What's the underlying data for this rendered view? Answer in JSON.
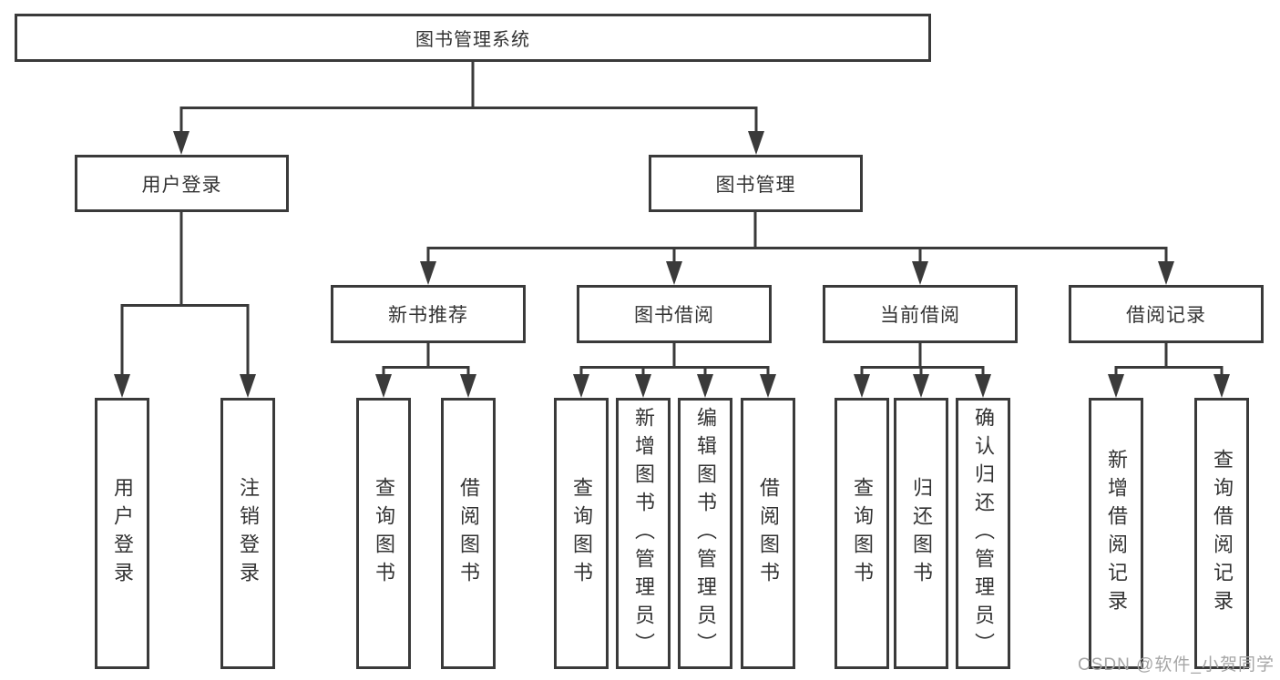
{
  "root": "图书管理系统",
  "level2": {
    "user": "用户登录",
    "book": "图书管理"
  },
  "level3": {
    "newbook": "新书推荐",
    "borrow": "图书借阅",
    "current": "当前借阅",
    "records": "借阅记录"
  },
  "leaves": {
    "user": [
      "用户登录",
      "注销登录"
    ],
    "newbook": [
      "查询图书",
      "借阅图书"
    ],
    "borrow": [
      "查询图书",
      "新增图书（管理员）",
      "编辑图书（管理员）",
      "借阅图书"
    ],
    "current": [
      "查询图书",
      "归还图书",
      "确认归还（管理员）"
    ],
    "records": [
      "新增借阅记录",
      "查询借阅记录"
    ]
  },
  "watermark": "CSDN @软件_小贺同学",
  "colors": {
    "line": "#3a3a3a",
    "text": "#333333",
    "watermark": "#a6a6a6"
  }
}
